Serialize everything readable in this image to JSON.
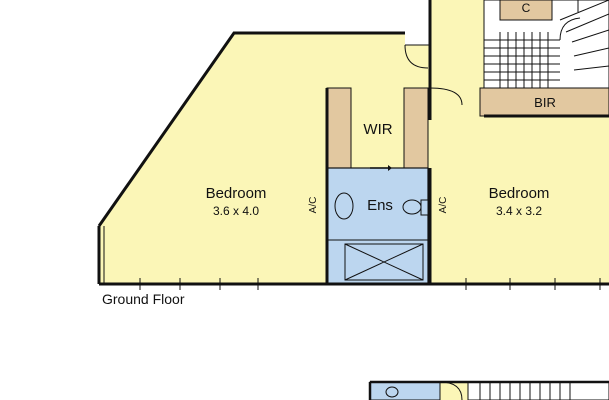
{
  "rooms": {
    "bedroom_left": {
      "name": "Bedroom",
      "size": "3.6 x 4.0"
    },
    "bedroom_right": {
      "name": "Bedroom",
      "size": "3.4 x 3.2"
    },
    "ensuite": {
      "name": "Ens"
    },
    "walk_in_robe": {
      "name": "WIR"
    },
    "built_in_robe": {
      "name": "BIR"
    },
    "cupboard": {
      "name": "C"
    }
  },
  "fixtures": {
    "ac_left": "A/C",
    "ac_right": "A/C"
  },
  "floor_label": "Ground Floor",
  "colors": {
    "room_fill": "#fbf6b7",
    "wet_area": "#bcd6ef",
    "robe": "#e2c8a0",
    "wall": "#111111"
  }
}
